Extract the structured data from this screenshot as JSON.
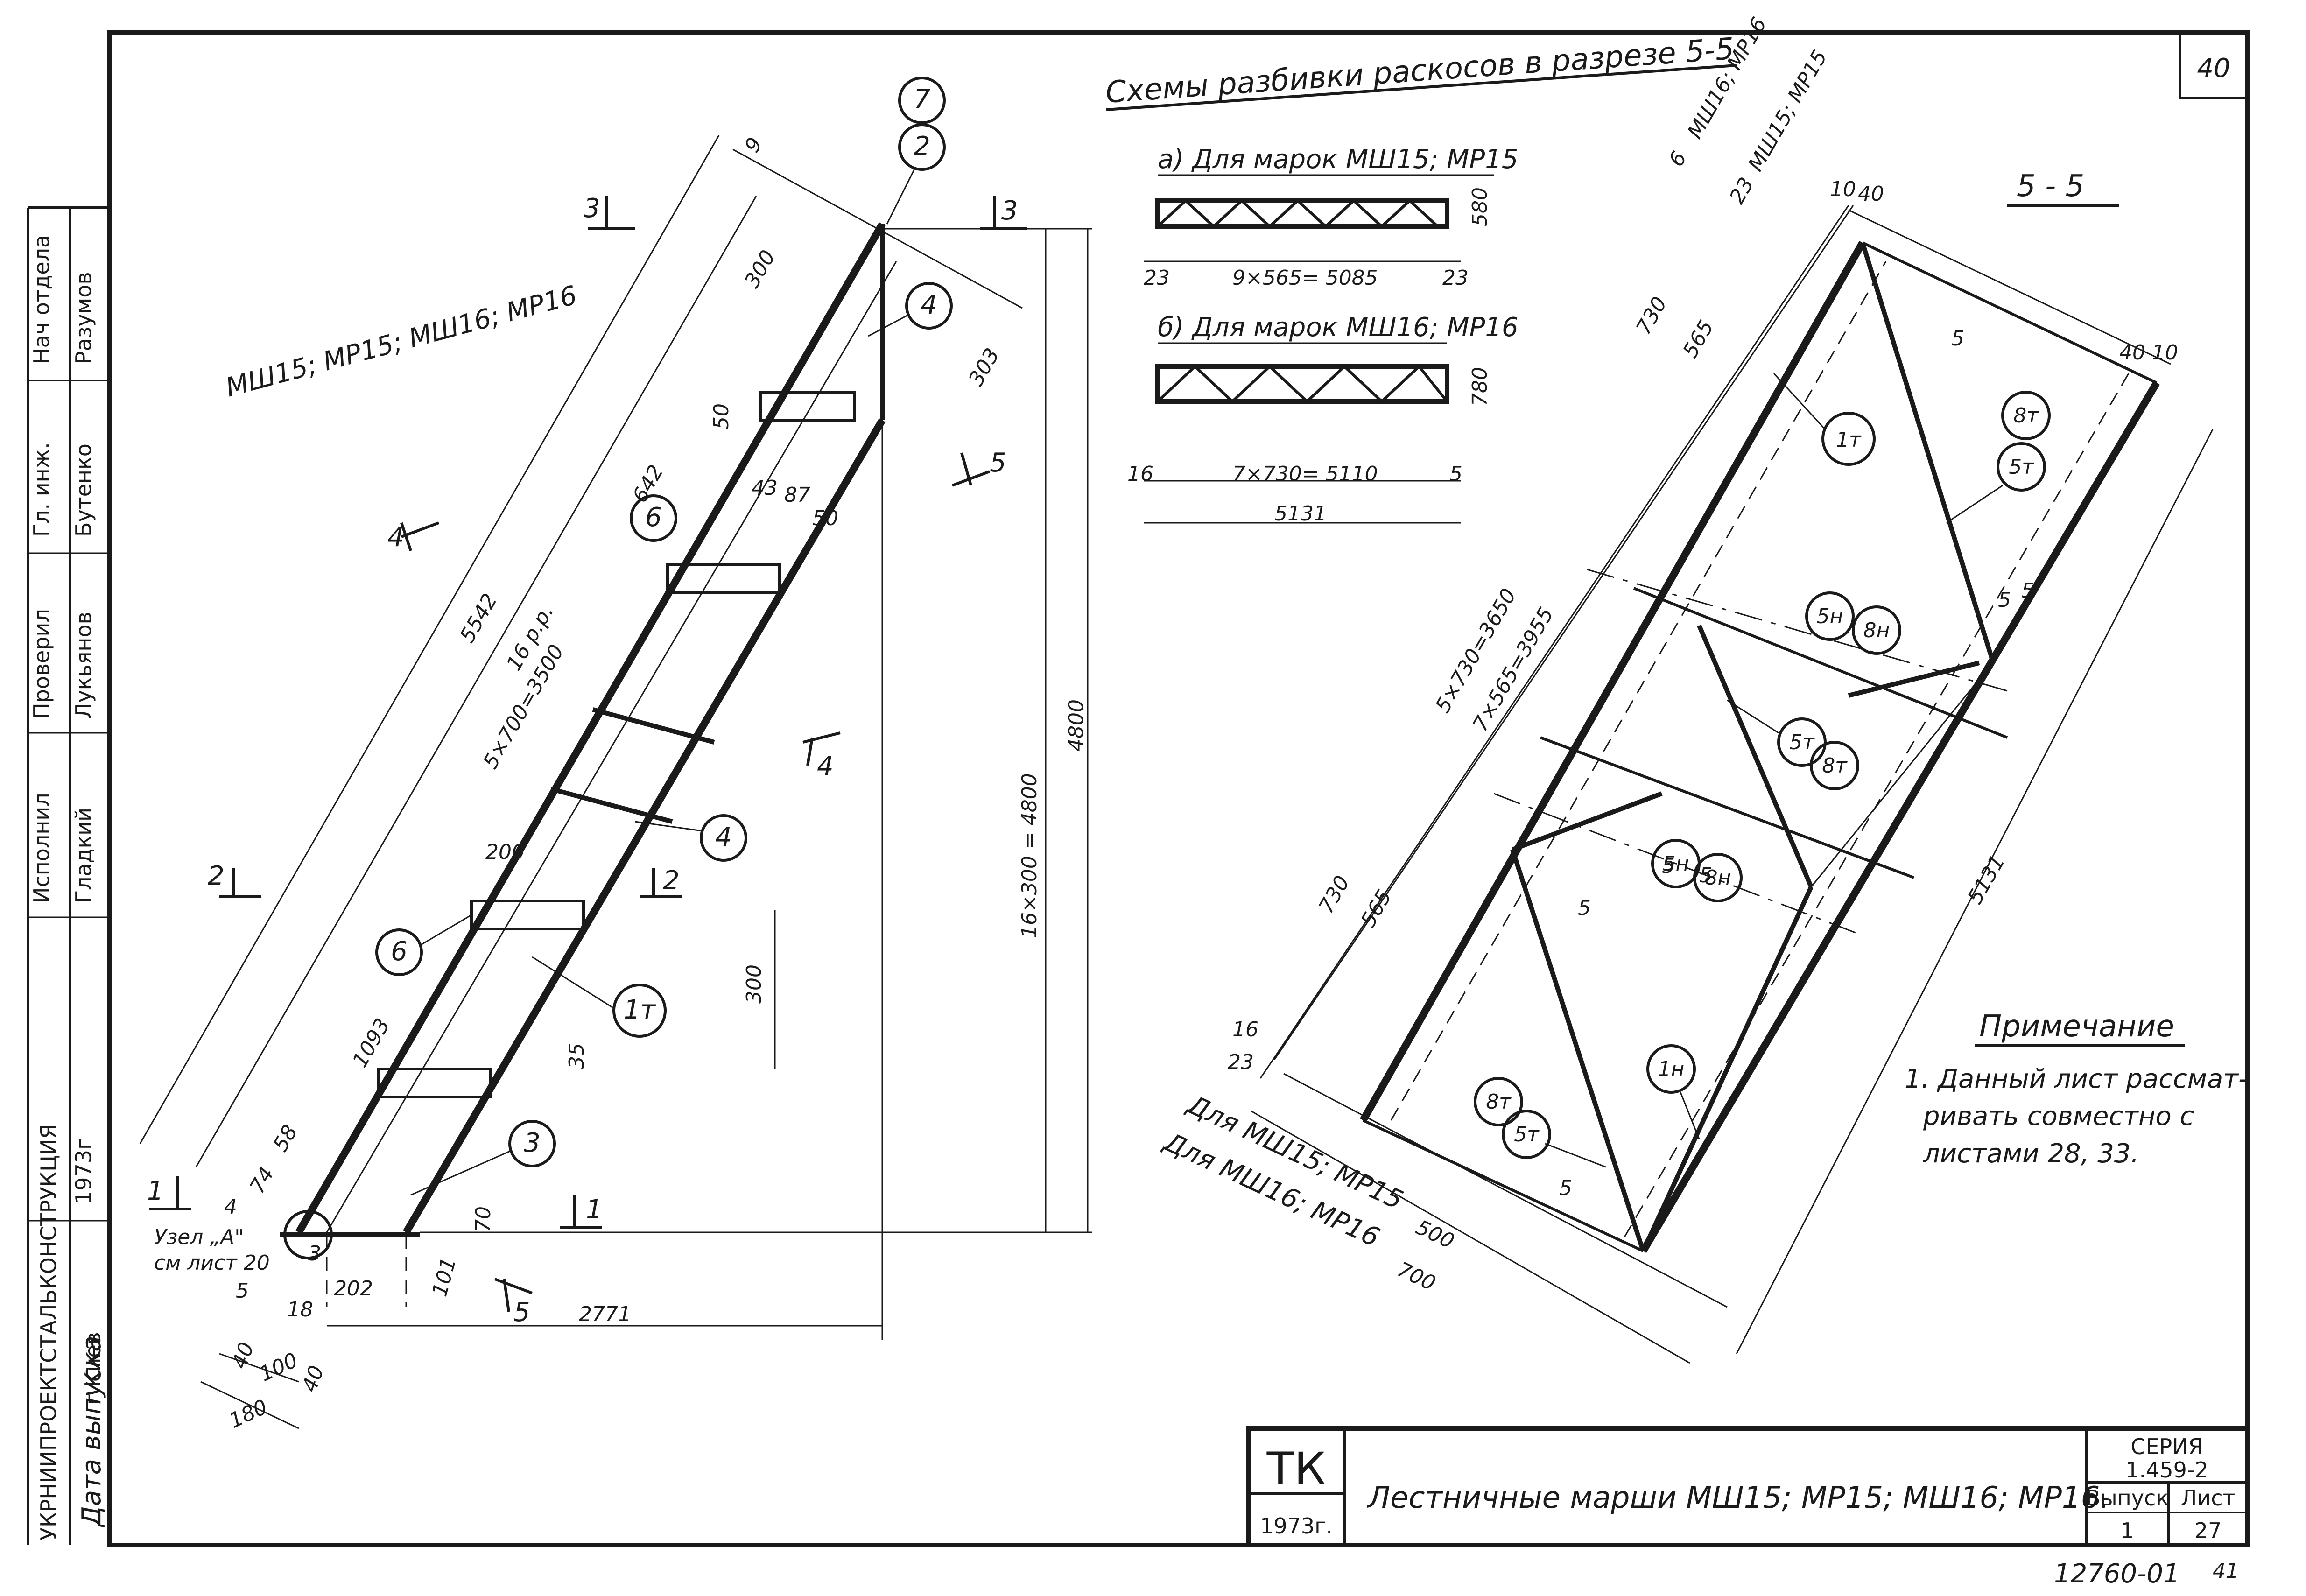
{
  "sheet": {
    "page_no": "40",
    "inv_no": "12760-01",
    "inv_suffix": "41"
  },
  "left_view": {
    "marks_title": "МШ15; МР15; МШ16; МР16",
    "section_marks": [
      "3",
      "3",
      "4",
      "5",
      "5",
      "4",
      "2",
      "2",
      "1",
      "1"
    ],
    "callouts": [
      "7",
      "2",
      "4",
      "6",
      "4",
      "6",
      "1т",
      "3"
    ],
    "dims": {
      "total_len": "5542",
      "pitch": "16 р.р.",
      "five_x": "5×700=3500",
      "d1093": "1093",
      "d642": "642",
      "d300a": "300",
      "d303": "303",
      "d50a": "50",
      "d43": "43",
      "d87": "87",
      "d50b": "50",
      "d200": "200",
      "d300b": "300",
      "d35": "35",
      "d70": "70",
      "d101": "101",
      "d202": "202",
      "d2771": "2771",
      "d4a": "4",
      "d3": "3",
      "d74": "74",
      "d58": "58",
      "d5": "5",
      "d18": "18",
      "d40a": "40",
      "d100": "100",
      "d40b": "40",
      "d180": "180",
      "d9": "9",
      "height_sum": "16×300 = 4800",
      "height": "4800"
    },
    "node_label": "Узел „А\"",
    "node_ref": "см лист 20"
  },
  "schemes": {
    "heading": "Схемы разбивки раскосов в разрезе 5-5",
    "a_title": "а) Для марок МШ15; МР15",
    "a_dims": [
      "23",
      "9×565= 5085",
      "23",
      "580"
    ],
    "b_title": "б) Для марок МШ16; МР16",
    "b_dims": [
      "16",
      "7×730= 5110",
      "5",
      "780",
      "5131"
    ]
  },
  "section": {
    "title": "5 - 5",
    "top_dims": [
      "6",
      "МШ16; МР16",
      "23",
      "МШ15; МР15",
      "10",
      "40",
      "40",
      "10",
      "5"
    ],
    "left_dims": [
      "730",
      "565",
      "5×730=3650",
      "7×565=3955",
      "730",
      "565",
      "16",
      "23"
    ],
    "right_dim": "5131",
    "bottom_labels": [
      "Для МШ15; МР15",
      "Для МШ16; МР16",
      "500",
      "700"
    ],
    "callouts": [
      "1т",
      "8т",
      "5т",
      "5н",
      "8н",
      "5т",
      "8т",
      "5н",
      "8н",
      "8т",
      "5т",
      "1н"
    ],
    "weld_marks": [
      "5",
      "5",
      "5",
      "5",
      "5",
      "5"
    ]
  },
  "note": {
    "heading": "Примечание",
    "text_1": "1. Данный лист рассмат-",
    "text_2": "ривать совместно с",
    "text_3": "листами 28, 33."
  },
  "stamp_left": {
    "org_1": "УКРНИИПРОЕКТСТАЛЬКОНСТРУКЦИЯ",
    "city": "г.Киев",
    "roles": [
      "Нач отдела",
      "Гл. инж.",
      "Проверил",
      "Исполнил"
    ],
    "names": [
      "Разумов",
      "Бутенко",
      "Лукьянов",
      "Гладкий"
    ],
    "year": "1973г",
    "issue_label": "Дата выпуска"
  },
  "title_block": {
    "org": "ТК",
    "year": "1973г.",
    "title": "Лестничные марши МШ15; МР15; МШ16; МР16.",
    "series_label": "СЕРИЯ",
    "series_val": "1.459-2",
    "issue_label": "Выпуск",
    "issue_val": "1",
    "sheet_label": "Лист",
    "sheet_val": "27"
  }
}
